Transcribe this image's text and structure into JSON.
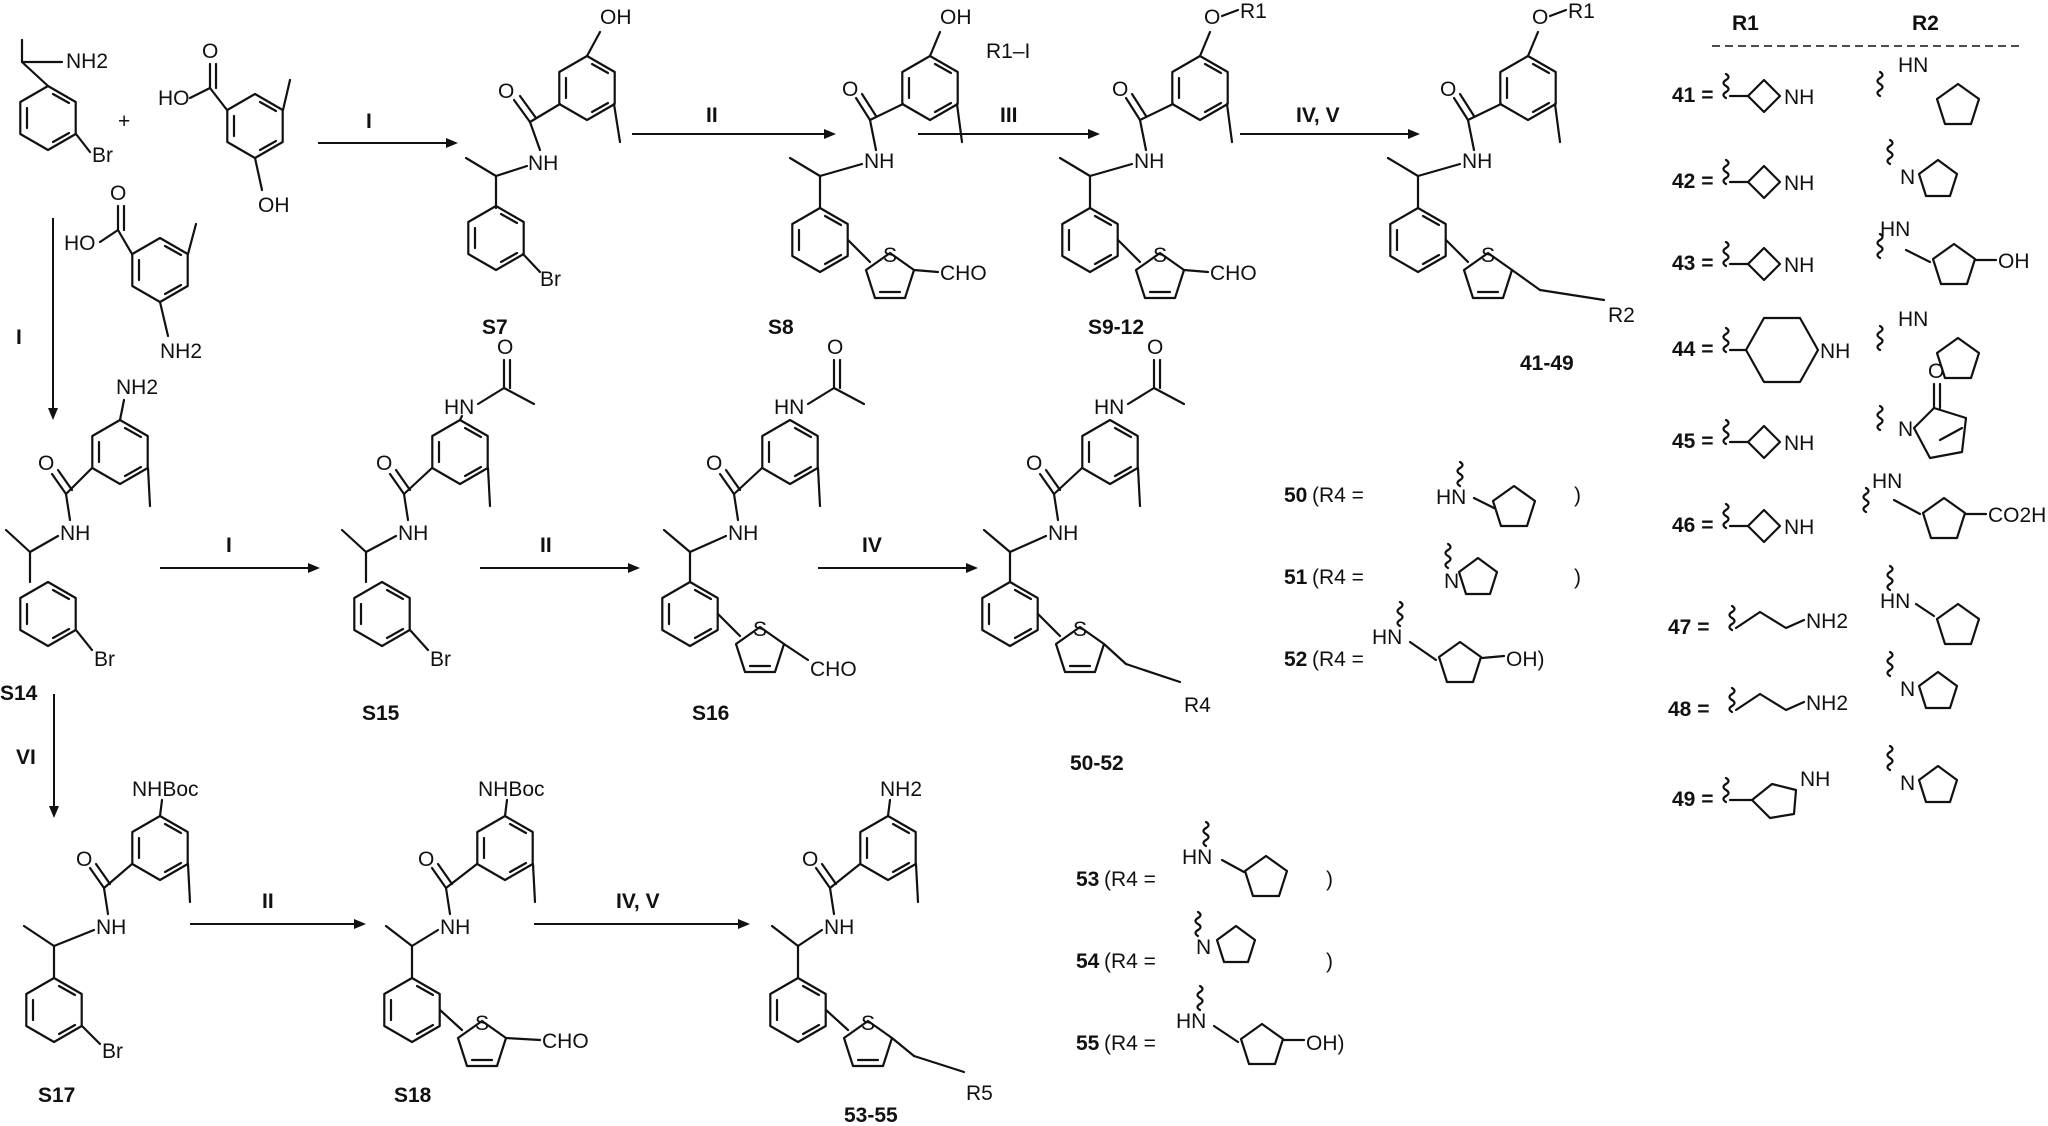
{
  "scheme": {
    "step_labels": [
      "I",
      "II",
      "III",
      "IV",
      "V",
      "VI",
      "IV, V"
    ],
    "reagent": "R1–I",
    "compound_labels": [
      "S7",
      "S8",
      "S9-12",
      "41-49",
      "S14",
      "S15",
      "S16",
      "50-52",
      "S17",
      "S18",
      "53-55"
    ],
    "atoms": {
      "nh2": "NH2",
      "br": "Br",
      "ho": "HO",
      "oh": "OH",
      "o": "O",
      "nh": "NH",
      "s": "S",
      "cho": "CHO",
      "hn": "HN",
      "nhboc": "NHBoc",
      "n": "N",
      "plus": "+",
      "r1": "R1",
      "r2": "R2",
      "r4": "R4",
      "r5": "R5",
      "co2h": "CO2H"
    },
    "side_series": [
      {
        "id": "50",
        "prefix": "(R4 =",
        "suffix": ")",
        "group": "cyclopentylamino"
      },
      {
        "id": "51",
        "prefix": "(R4 =",
        "suffix": ")",
        "group": "pyrrolidin-1-yl"
      },
      {
        "id": "52",
        "prefix": "(R4 =",
        "suffix": "OH)",
        "group": "3-hydroxycyclopentylamino"
      },
      {
        "id": "53",
        "prefix": "(R4 =",
        "suffix": ")",
        "group": "cyclopentylamino"
      },
      {
        "id": "54",
        "prefix": "(R4 =",
        "suffix": ")",
        "group": "pyrrolidin-1-yl"
      },
      {
        "id": "55",
        "prefix": "(R4 =",
        "suffix": "OH)",
        "group": "3-hydroxycyclopentylamino"
      }
    ],
    "table": {
      "headers": [
        "R1",
        "R2"
      ],
      "rows": [
        {
          "id": "41 =",
          "r1": "azetidin-3-yl",
          "r2": "cyclopentylamino"
        },
        {
          "id": "42 =",
          "r1": "azetidin-3-yl",
          "r2": "pyrrolidin-1-yl"
        },
        {
          "id": "43 =",
          "r1": "azetidin-3-yl",
          "r2": "3-hydroxycyclopentylamino"
        },
        {
          "id": "44 =",
          "r1": "piperidin-4-yl",
          "r2": "cyclopentylamino"
        },
        {
          "id": "45 =",
          "r1": "azetidin-3-yl",
          "r2": "bicyclic lactam"
        },
        {
          "id": "46 =",
          "r1": "azetidin-3-yl",
          "r2": "3-carboxycyclopentylamino"
        },
        {
          "id": "47 =",
          "r1": "2-aminoethyl",
          "r2": "cyclopentylamino"
        },
        {
          "id": "48 =",
          "r1": "2-aminoethyl",
          "r2": "pyrrolidin-1-yl"
        },
        {
          "id": "49 =",
          "r1": "pyrrolidin-3-yl",
          "r2": "pyrrolidin-1-yl"
        }
      ]
    }
  }
}
